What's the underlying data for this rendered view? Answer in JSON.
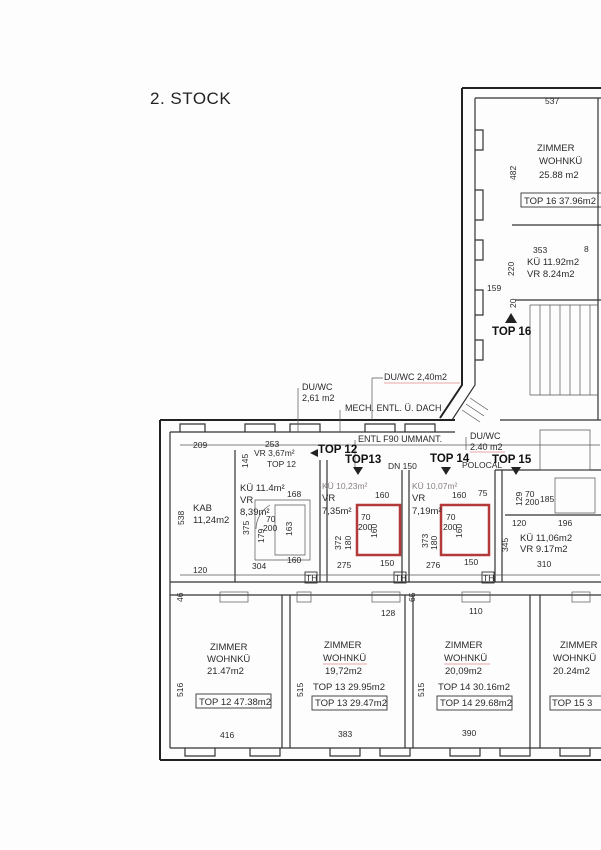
{
  "title": "2. STOCK",
  "top16": {
    "dim_width": "537",
    "room_l1": "ZIMMER",
    "room_l2": "WOHNKÜ",
    "room_area": "25.88 m2",
    "unit_box": "TOP 16  37.96m2",
    "dim_482": "482",
    "dim_353": "353",
    "dim_8": "8",
    "kue": "KÜ  11.92m2",
    "vr": "VR   8.24m2",
    "dim_220": "220",
    "dim_159": "159",
    "dim_20": "20",
    "entrance": "TOP 16"
  },
  "notes": {
    "duwc_a": "DU/WC  2,40m2",
    "duwc_b1": "DU/WC",
    "duwc_b2": "2,61 m2",
    "mech": "MECH. ENTL. Ü. DACH",
    "entl": "ENTL F90  UMMANT.",
    "duwc_c1": "DU/WC",
    "duwc_c2": "2.40 m2",
    "dn": "DN 150",
    "polocal": "POLOCAL"
  },
  "entrances": {
    "top12": "TOP 12",
    "top12_small": "TOP 12",
    "top13": "TOP13",
    "top14": "TOP 14",
    "top15": "TOP 15"
  },
  "upper": {
    "d209": "209",
    "d253": "253",
    "vr367": "VR 3,67m²",
    "d145": "145",
    "kue114": "KÜ 11.4m²",
    "vr_a": "VR",
    "vr839": "8,39m²",
    "kab": "KAB",
    "kab_area": "11,24m2",
    "d538": "538",
    "d168": "168",
    "kue1023": "KÜ 10,23m²",
    "vr_b": "VR",
    "vr735": "7,35m²",
    "d160a": "160",
    "kue1007": "KÜ 10,07m²",
    "vr_c": "VR",
    "vr719": "7,19m²",
    "d160b": "160",
    "d75": "75",
    "d70a": "70",
    "d200a": "200",
    "d163": "163",
    "d375": "375",
    "d179": "179",
    "d372": "372",
    "d180a": "180",
    "d70b": "70",
    "d200b": "200",
    "d160c": "160",
    "d373": "373",
    "d180b": "180",
    "d70c": "70",
    "d200c": "200",
    "d160d": "160",
    "d129": "129",
    "d70d": "70",
    "d200d": "200",
    "d185": "185",
    "d120a": "120",
    "d196": "196",
    "d345": "345",
    "kue1106": "KÜ 11,06m2",
    "vr917": "VR  9.17m2",
    "d120b": "120",
    "d304": "304",
    "d160e": "160",
    "d275": "275",
    "d150a": "150",
    "d276": "276",
    "d150b": "150",
    "d310": "310",
    "th": "TH",
    "d46": "46",
    "d65": "65",
    "d128": "128",
    "d110": "110"
  },
  "rooms": [
    {
      "l1": "ZIMMER",
      "l2": "WOHNKÜ",
      "area": "21.47m2",
      "alt": "",
      "box": "TOP 12  47.38m2",
      "depth": "516",
      "width": "416"
    },
    {
      "l1": "ZIMMER",
      "l2": "WOHNKÜ",
      "area": "19,72m2",
      "alt": "TOP 13  29.95m2",
      "box": "TOP 13  29.47m2",
      "depth": "515",
      "width": "383"
    },
    {
      "l1": "ZIMMER",
      "l2": "WOHNKÜ",
      "area": "20,09m2",
      "alt": "TOP 14  30.16m2",
      "box": "TOP 14  29.68m2",
      "depth": "515",
      "width": "390"
    },
    {
      "l1": "ZIMMER",
      "l2": "WOHNKÜ",
      "area": "20.24m2",
      "box": "TOP 15  3"
    }
  ],
  "colors": {
    "wall": "#222222",
    "bathroom": "#b23a3a",
    "paper": "#fdfdfd"
  }
}
